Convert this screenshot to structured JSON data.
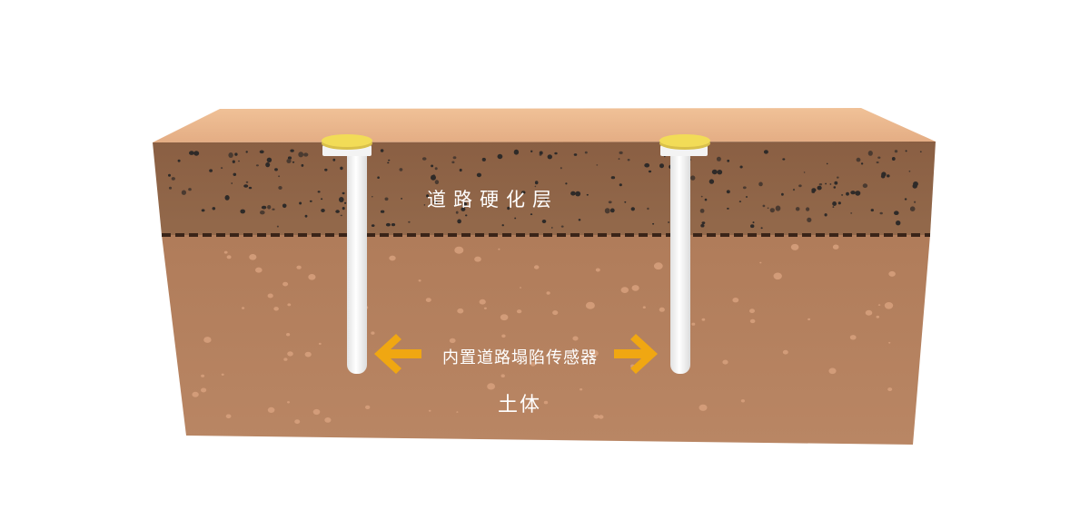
{
  "labels": {
    "road_layer": "道路硬化层",
    "sensor": "内置道路塌陷传感器",
    "soil": "土体"
  },
  "icons": {
    "sensor_cap": "yellow-disc-cap",
    "arrow": "orange-arrow"
  },
  "colors": {
    "top_face": "#e8b48c",
    "road_layer": "#8e6447",
    "soil_layer": "#b5815f",
    "sensor_cap": "#f2dc57",
    "sensor_pipe": "#f7f7f7",
    "arrow": "#f0a712",
    "dashed_line": "#3a2418"
  }
}
